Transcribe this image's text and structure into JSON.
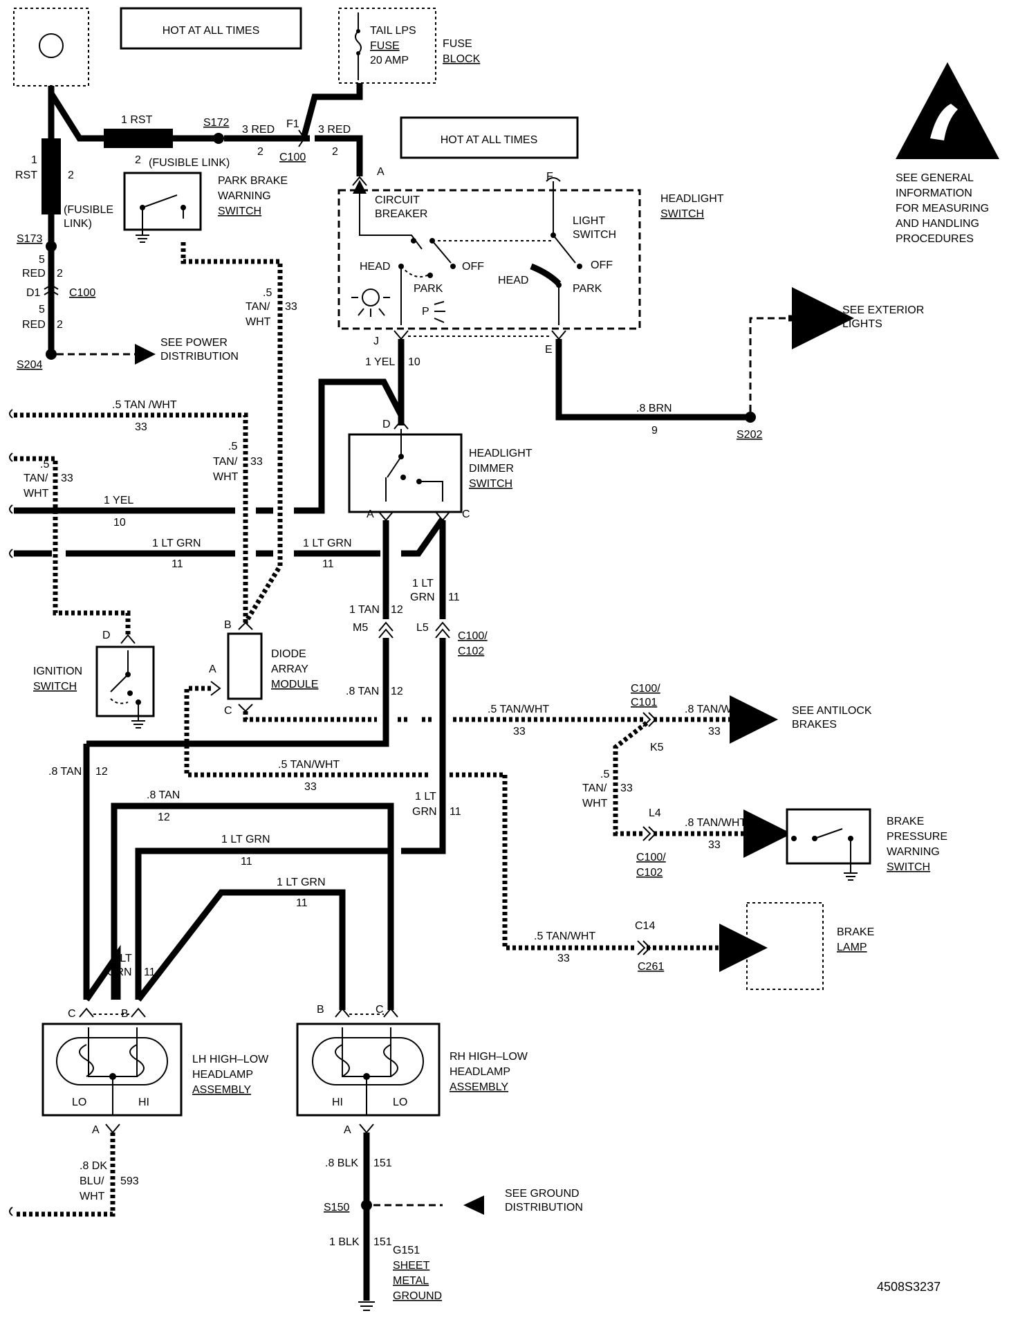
{
  "labels": {
    "hot_top": "HOT AT ALL TIMES",
    "hot_mid": "HOT AT ALL TIMES",
    "fuse_name": "TAIL LPS",
    "fuse_word": "FUSE",
    "fuse_amp": "20 AMP",
    "fuse_block_1": "FUSE",
    "fuse_block_2": "BLOCK",
    "esd_1": "SEE GENERAL",
    "esd_2": "INFORMATION",
    "esd_3": "FOR MEASURING",
    "esd_4": "AND HANDLING",
    "esd_5": "PROCEDURES",
    "rst1_top": "1 RST",
    "rst1_2": "2",
    "fusible_link_1": "(FUSIBLE LINK)",
    "s172": "S172",
    "red3_a": "3 RED",
    "num2_a": "2",
    "f1": "F1",
    "c100_top": "C100",
    "red3_b": "3 RED",
    "num2_b": "2",
    "rst_v_1": "1",
    "rst_v_rst": "RST",
    "rst_v_2": "2",
    "fusible_link_v1": "(FUSIBLE",
    "fusible_link_v2": "LINK)",
    "s173": "S173",
    "red5_a1": "5",
    "red5_a2": "RED",
    "red5_a3": "2",
    "d1": "D1",
    "c100_left": "C100",
    "red5_b1": "5",
    "red5_b2": "RED",
    "red5_b3": "2",
    "s204": "S204",
    "see_power_1": "SEE POWER",
    "see_power_2": "DISTRIBUTION",
    "park_brake_1": "PARK BRAKE",
    "park_brake_2": "WARNING",
    "park_brake_3": "SWITCH",
    "tanwht_park_1": ".5",
    "tanwht_park_2": "TAN/",
    "tanwht_park_3": "WHT",
    "tanwht_park_4": "33",
    "hs_a": "A",
    "hs_f": "F",
    "circuit_1": "CIRCUIT",
    "circuit_2": "BREAKER",
    "headlight_sw_1": "HEADLIGHT",
    "headlight_sw_2": "SWITCH",
    "light_sw_1": "LIGHT",
    "light_sw_2": "SWITCH",
    "head_l": "HEAD",
    "off_l": "OFF",
    "park_l": "PARK",
    "head_r": "HEAD",
    "off_r": "OFF",
    "park_r": "PARK",
    "p_sym": "P",
    "hs_j": "J",
    "hs_e": "E",
    "see_ext_1": "SEE EXTERIOR",
    "see_ext_2": "LIGHTS",
    "yel_1_10": "1 YEL",
    "yel_1_10_num": "10",
    "brn_8": ".8 BRN",
    "brn_num": "9",
    "s202": "S202",
    "tanwht_top_1": ".5  TAN /WHT",
    "tanwht_top_2": "33",
    "tanwht_mid_1": ".5",
    "tanwht_mid_2": "TAN/",
    "tanwht_mid_3": "WHT",
    "tanwht_mid_4": "33",
    "tanwht_left_1": ".5",
    "tanwht_left_2": "TAN/",
    "tanwht_left_3": "WHT",
    "tanwht_left_4": "33",
    "yel_left": "1 YEL",
    "yel_left_num": "10",
    "ltgrn_left": "1 LT GRN",
    "ltgrn_left_num": "11",
    "ltgrn_mid": "1 LT GRN",
    "ltgrn_mid_num": "11",
    "dimmer_d": "D",
    "dimmer_a": "A",
    "dimmer_c": "C",
    "dimmer_1": "HEADLIGHT",
    "dimmer_2": "DIMMER",
    "dimmer_3": "SWITCH",
    "ltgrn_v_1": "1 LT",
    "ltgrn_v_2": "GRN",
    "ltgrn_v_3": "11",
    "tan_v_1": "1 TAN",
    "tan_v_2": "12",
    "m5": "M5",
    "l5": "L5",
    "c100_c102_a": "C100/",
    "c100_c102_b": "C102",
    "ign_d": "D",
    "ign_1": "IGNITION",
    "ign_2": "SWITCH",
    "dam_b": "B",
    "dam_a": "A",
    "dam_c": "C",
    "dam_1": "DIODE",
    "dam_2": "ARRAY",
    "dam_3": "MODULE",
    "tan_8_v": ".8 TAN",
    "tan_8_v_num": "12",
    "tanwht_ab_1": ".5  TAN/WHT",
    "tanwht_ab_2": "33",
    "c100_c101_a": "C100/",
    "c100_c101_b": "C101",
    "tanwht_ab3_1": ".8  TAN/WHT",
    "tanwht_ab3_2": "33",
    "see_abs_1": "SEE ANTILOCK",
    "see_abs_2": "BRAKES",
    "k5": "K5",
    "tan_left_1": ".8 TAN",
    "tan_left_2": "12",
    "tanwht_low_1": ".5  TAN/WHT",
    "tanwht_low_2": "33",
    "tanwht_v_k_1": ".5",
    "tanwht_v_k_2": "TAN/",
    "tanwht_v_k_3": "WHT",
    "tanwht_v_k_4": "33",
    "l4": "L4",
    "tanwht_bp_1": ".8  TAN/WHT",
    "tanwht_bp_2": "33",
    "c100_c102_low_a": "C100/",
    "c100_c102_low_b": "C102",
    "bp_1": "BRAKE",
    "bp_2": "PRESSURE",
    "bp_3": "WARNING",
    "bp_4": "SWITCH",
    "tan_8_h": ".8 TAN",
    "tan_8_h_num": "12",
    "ltgrn_v2_1": "1 LT",
    "ltgrn_v2_2": "GRN",
    "ltgrn_v2_3": "11",
    "ltgrn_h2": "1 LT GRN",
    "ltgrn_h2_num": "11",
    "ltgrn_h3": "1 LT GRN",
    "ltgrn_h3_num": "11",
    "tanwht_bl_1": ".5  TAN/WHT",
    "tanwht_bl_2": "33",
    "c14": "C14",
    "c261": "C261",
    "bl_1": "BRAKE",
    "bl_2": "LAMP",
    "ltgrn_lh_1": "1 LT",
    "ltgrn_lh_2": "GRN",
    "ltgrn_lh_3": "11",
    "lh_c": "C",
    "lh_b": "B",
    "rh_b": "B",
    "rh_c": "C",
    "lh_lo": "LO",
    "lh_hi": "HI",
    "rh_hi": "HI",
    "rh_lo": "LO",
    "lh_1": "LH HIGH–LOW",
    "lh_2": "HEADLAMP",
    "lh_3": "ASSEMBLY",
    "rh_1": "RH HIGH–LOW",
    "rh_2": "HEADLAMP",
    "rh_3": "ASSEMBLY",
    "lh_a": "A",
    "rh_a": "A",
    "dkblu_1": ".8 DK",
    "dkblu_2": "BLU/",
    "dkblu_3": "WHT",
    "dkblu_4": "593",
    "blk_8": ".8 BLK",
    "blk_8_num": "151",
    "s150": "S150",
    "see_gnd_1": "SEE GROUND",
    "see_gnd_2": "DISTRIBUTION",
    "blk_1": "1 BLK",
    "blk_1_num": "151",
    "g151_1": "G151",
    "g151_2": "SHEET",
    "g151_3": "METAL",
    "g151_4": "GROUND",
    "fig_id": "4508S3237"
  }
}
